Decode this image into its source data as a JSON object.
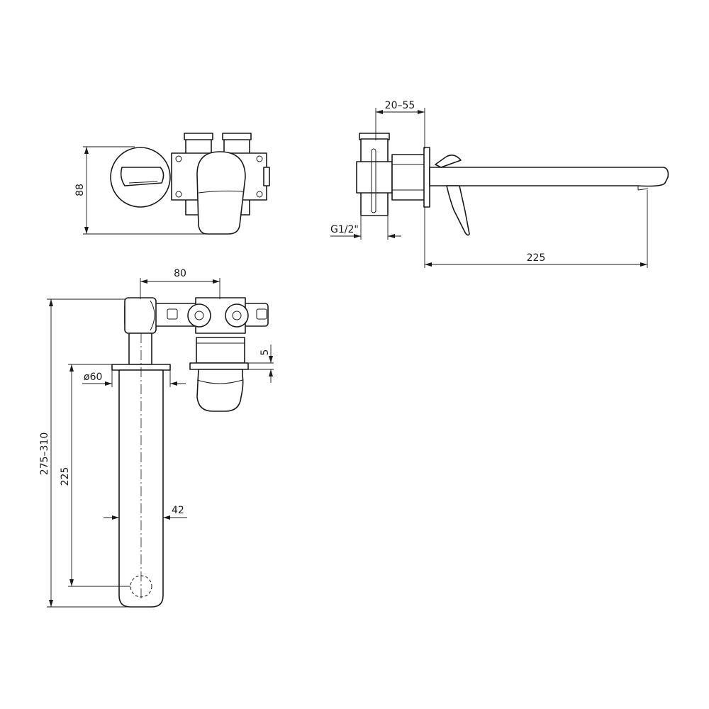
{
  "dimensions": {
    "height_top": "88",
    "depth_range": "20–55",
    "thread": "G1/2\"",
    "spout_length_side": "225",
    "valve_spacing": "80",
    "plate_thickness": "5",
    "plate_diameter": "ø60",
    "total_length": "275–310",
    "spout_length_front": "225",
    "spout_width": "42"
  }
}
